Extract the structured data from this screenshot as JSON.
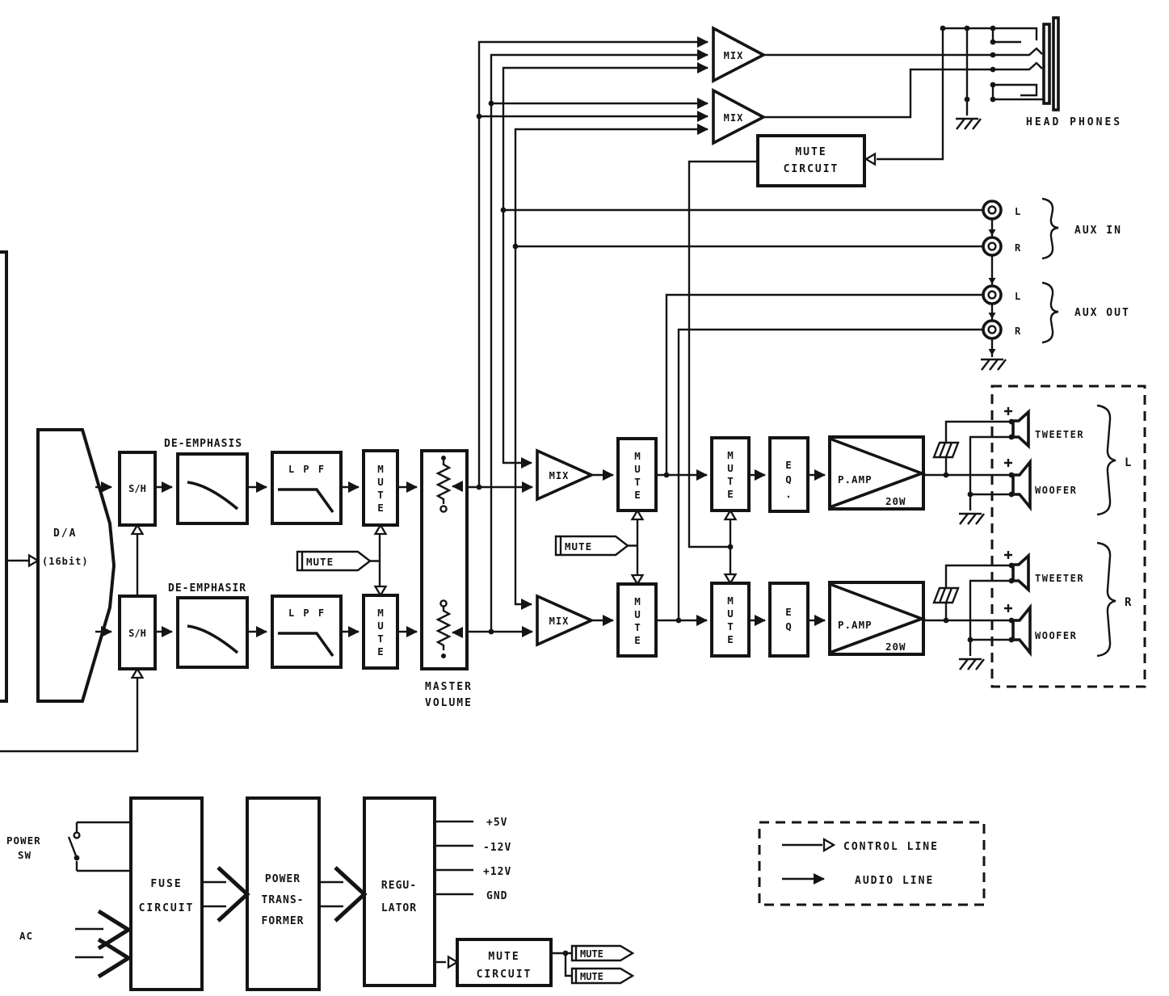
{
  "title": "Audio system block diagram",
  "colors": {
    "ink": "#141414",
    "paper": "#ffffff"
  },
  "blocks": {
    "da_line1": "D/A",
    "da_line2": "(16bit)",
    "sample_hold": "S/H",
    "deemphasis_top": "DE-EMPHASIS",
    "deemphasis_bottom": "DE-EMPHASIR",
    "lpf": "L P F",
    "mute": "MUTE",
    "master_volume_line1": "MASTER",
    "master_volume_line2": "VOLUME",
    "mix": "MIX",
    "eq_top": "EQ.",
    "eq_bottom": "EQ",
    "pamp": "P.AMP",
    "pamp_power": "20W",
    "mute_circuit_line1": "MUTE",
    "mute_circuit_line2": "CIRCUIT",
    "fuse_line1": "FUSE",
    "fuse_line2": "CIRCUIT",
    "transformer_line1": "POWER",
    "transformer_line2": "TRANS-",
    "transformer_line3": "FORMER",
    "regulator_line1": "REGU-",
    "regulator_line2": "LATOR"
  },
  "io": {
    "headphones": "HEAD PHONES",
    "aux_in": "AUX IN",
    "aux_out": "AUX OUT",
    "left": "L",
    "right": "R",
    "tweeter": "TWEETER",
    "woofer": "WOOFER",
    "power_sw_line1": "POWER",
    "power_sw_line2": "SW",
    "ac": "AC",
    "rail_5v": "+5V",
    "rail_minus12v": "-12V",
    "rail_12v": "+12V",
    "rail_gnd": "GND"
  },
  "legend": {
    "control": "CONTROL LINE",
    "audio": "AUDIO LINE"
  }
}
